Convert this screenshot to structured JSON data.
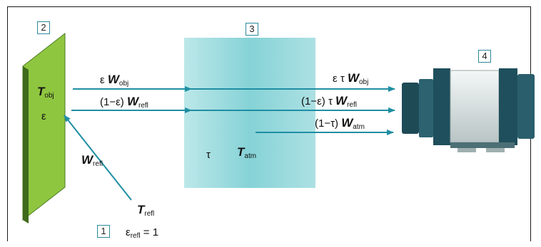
{
  "markers": {
    "m1": "1",
    "m2": "2",
    "m3": "3",
    "m4": "4"
  },
  "labels": {
    "t_obj": {
      "main": "T",
      "sub": "obj"
    },
    "eps_obj": "ε",
    "w_refl_left": {
      "main": "W",
      "sub": "refl"
    },
    "t_refl": {
      "main": "T",
      "sub": "refl"
    },
    "eps_refl": {
      "main": "ε",
      "sub": "refl",
      "tail": " = 1"
    },
    "tau": "τ",
    "t_atm": {
      "main": "T",
      "sub": "atm"
    },
    "arrow1_left": {
      "pre": "ε ",
      "main": "W",
      "sub": "obj"
    },
    "arrow2_left": {
      "pre": "(1−ε) ",
      "main": "W",
      "sub": "refl"
    },
    "arrow1_right": {
      "pre": "ε τ ",
      "main": "W",
      "sub": "obj"
    },
    "arrow2_right": {
      "pre": "(1−ε) τ ",
      "main": "W",
      "sub": "refl"
    },
    "arrow3_right": {
      "pre": "(1−τ) ",
      "main": "W",
      "sub": "atm"
    }
  },
  "colors": {
    "object_face": "#8fc640",
    "object_side": "#4b7a22",
    "atmosphere": "#7fd0d4",
    "arrow": "#1f8ea3",
    "camera_body": "#dfe6e6",
    "camera_dark": "#1e4a56"
  }
}
